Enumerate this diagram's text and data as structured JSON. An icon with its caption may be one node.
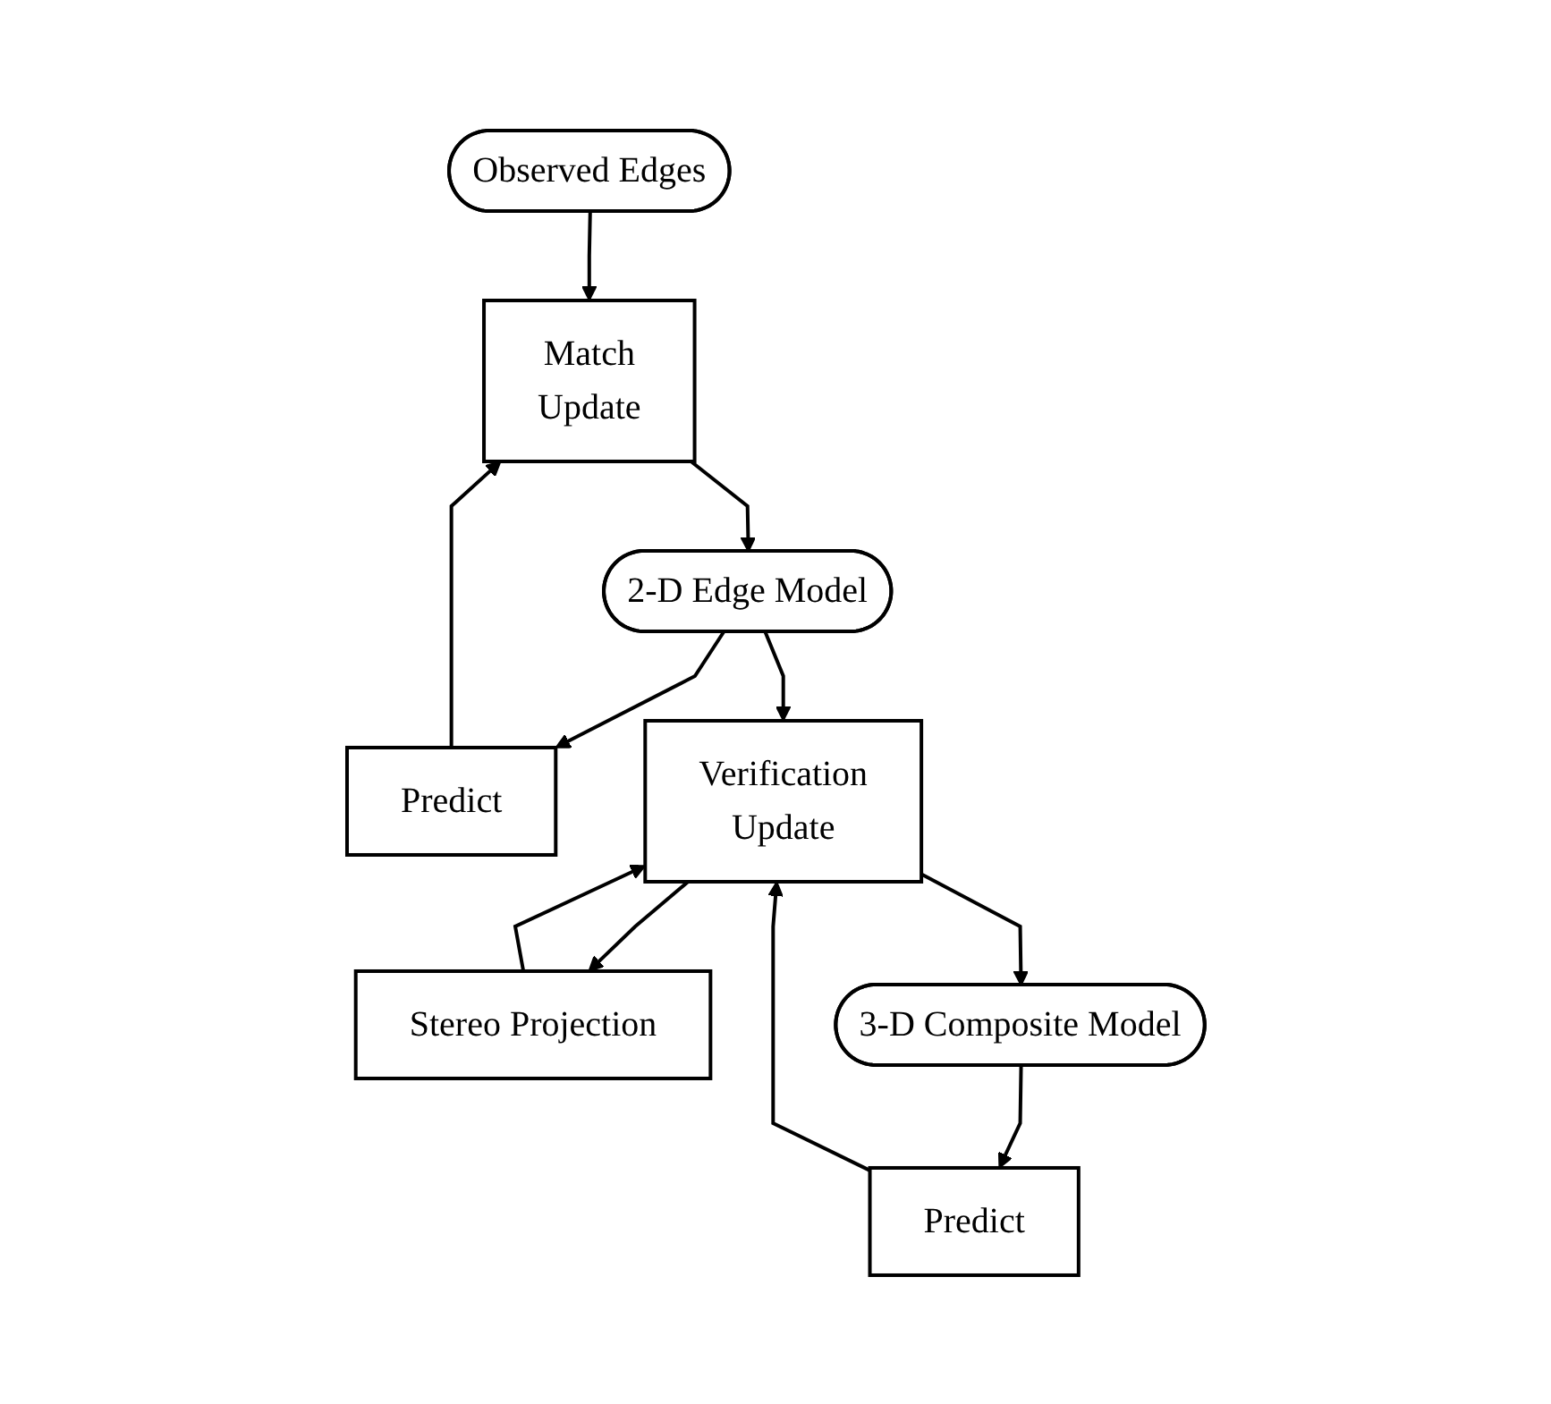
{
  "diagram": {
    "nodes": [
      {
        "text": [
          "Observed Edges"
        ]
      },
      {
        "text": [
          "Match",
          "Update"
        ]
      },
      {
        "text": [
          "Predict"
        ]
      },
      {
        "text": [
          "2-D Edge Model"
        ]
      },
      {
        "text": [
          "Verification",
          "Update"
        ]
      },
      {
        "text": [
          "Stereo Projection"
        ]
      },
      {
        "text": [
          "Predict"
        ]
      },
      {
        "text": [
          "3-D Composite Model"
        ]
      }
    ],
    "edges": [
      {
        "from": 0,
        "to": 1,
        "arrow": "to"
      },
      {
        "from": 2,
        "to": 1,
        "arrow": "to"
      },
      {
        "from": 1,
        "to": 3,
        "arrow": "to"
      },
      {
        "from": 3,
        "to": 2,
        "arrow": "to"
      },
      {
        "from": 3,
        "to": 4,
        "arrow": "to"
      },
      {
        "from": 4,
        "to": 5,
        "arrow": "to"
      },
      {
        "from": 5,
        "to": 4,
        "arrow": "to"
      },
      {
        "from": 4,
        "to": 7,
        "arrow": "to"
      },
      {
        "from": 7,
        "to": 6,
        "arrow": "to"
      },
      {
        "from": 6,
        "to": 4,
        "arrow": "to"
      }
    ]
  }
}
